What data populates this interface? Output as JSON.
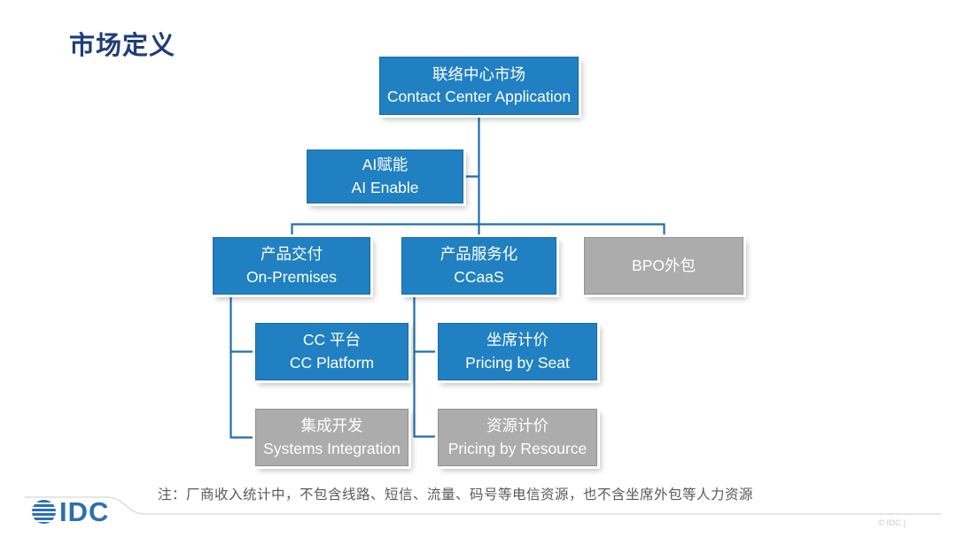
{
  "page": {
    "title": "市场定义"
  },
  "diagram": {
    "nodes": [
      {
        "id": "contact-center-market",
        "zh": "联络中心市场",
        "en": "Contact Center Application",
        "color": "blue"
      },
      {
        "id": "ai-enable",
        "zh": "AI赋能",
        "en": "AI Enable",
        "color": "blue"
      },
      {
        "id": "on-premises",
        "zh": "产品交付",
        "en": "On-Premises",
        "color": "blue"
      },
      {
        "id": "ccaas",
        "zh": "产品服务化",
        "en": "CCaaS",
        "color": "blue"
      },
      {
        "id": "bpo",
        "zh": "BPO外包",
        "en": "",
        "color": "gray"
      },
      {
        "id": "cc-platform",
        "zh": "CC 平台",
        "en": "CC Platform",
        "color": "blue"
      },
      {
        "id": "pricing-by-seat",
        "zh": "坐席计价",
        "en": "Pricing by Seat",
        "color": "blue"
      },
      {
        "id": "systems-integration",
        "zh": "集成开发",
        "en": "Systems Integration",
        "color": "gray"
      },
      {
        "id": "pricing-by-resource",
        "zh": "资源计价",
        "en": "Pricing by Resource",
        "color": "gray"
      }
    ]
  },
  "footer": {
    "note": "注：厂商收入统计中，不包含线路、短信、流量、码号等电信资源，也不含坐席外包等人力资源",
    "logo_text": "IDC",
    "copyright": "© IDC |"
  },
  "icons": {
    "logo_globe": "striped-globe-icon"
  },
  "colors": {
    "box_blue": "#2080C2",
    "box_gray": "#ACACAC",
    "connector_blue": "#1E6FAD",
    "title_navy": "#1E3E78",
    "logo_blue": "#2B6FB4",
    "note_gray": "#595959",
    "swoosh_gray": "#DEDEDE"
  }
}
